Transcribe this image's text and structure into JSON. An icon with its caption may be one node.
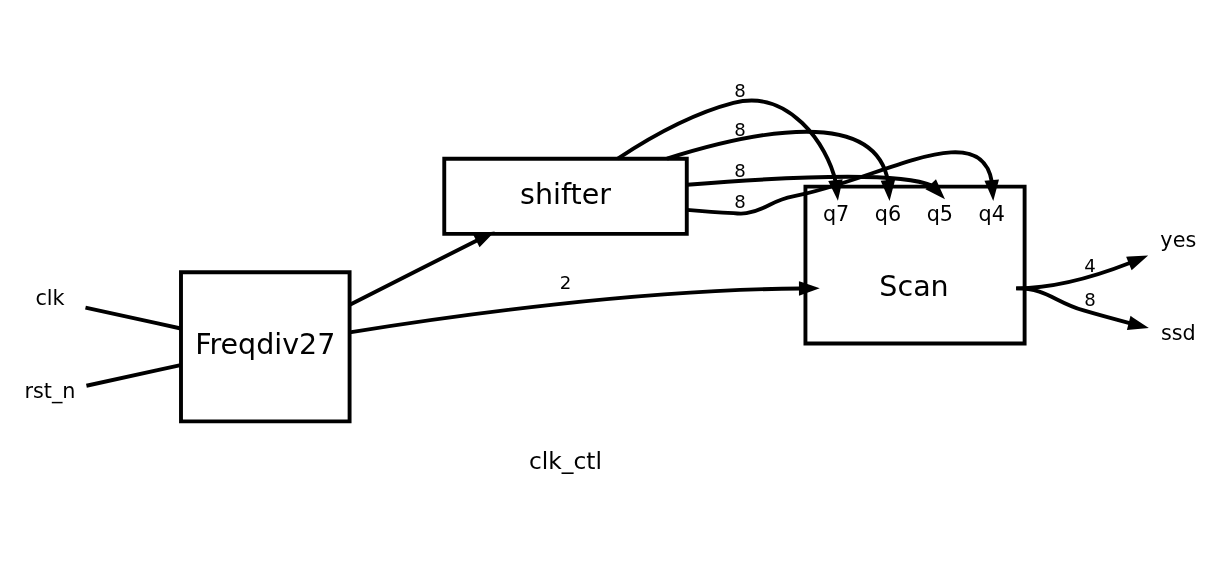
{
  "diagram": {
    "nodes": [
      {
        "text": [
          "clk"
        ]
      },
      {
        "text": [
          "rst_n"
        ]
      },
      {
        "text": [
          "Freqdiv27"
        ]
      },
      {
        "text": [
          "shifter"
        ]
      },
      {
        "text": [
          "q7",
          "q6",
          "q5",
          "q4",
          "Scan"
        ]
      },
      {
        "text": [
          "yes"
        ]
      },
      {
        "text": [
          "ssd"
        ]
      }
    ],
    "edges": [
      {
        "from": 0,
        "to": 2,
        "arrow": "none"
      },
      {
        "from": 1,
        "to": 2,
        "arrow": "none"
      },
      {
        "from": 2,
        "to": 3,
        "arrow": "to"
      },
      {
        "from": 2,
        "to": 4,
        "arrow": "to",
        "label": "2"
      },
      {
        "from": 3,
        "to": 4,
        "arrow": "to",
        "label": "8"
      },
      {
        "from": 3,
        "to": 4,
        "arrow": "to",
        "label": "8"
      },
      {
        "from": 3,
        "to": 4,
        "arrow": "to",
        "label": "8"
      },
      {
        "from": 3,
        "to": 4,
        "arrow": "to",
        "label": "8"
      },
      {
        "from": 4,
        "to": 5,
        "arrow": "to",
        "label": "4"
      },
      {
        "from": 4,
        "to": 6,
        "arrow": "to",
        "label": "8"
      }
    ],
    "labels": [
      "clk_ctl"
    ]
  }
}
